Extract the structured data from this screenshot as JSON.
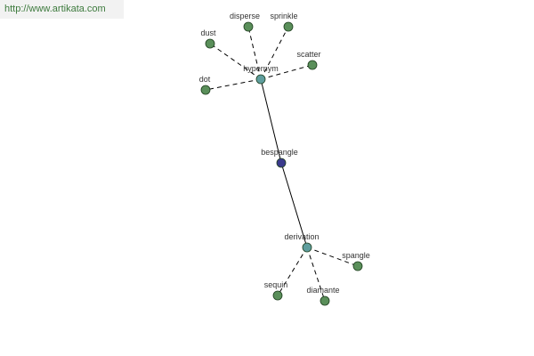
{
  "watermark": "http://www.artikata.com",
  "colors": {
    "node_fill": "#5a8f5a",
    "hub_fill": "#5f9e9e",
    "center_fill": "#3a3a8c",
    "node_stroke": "#1f3f1f",
    "edge": "#000000",
    "label": "#333333"
  },
  "nodes": [
    {
      "id": "hypernym",
      "label": "hypernym",
      "kind": "hub"
    },
    {
      "id": "bespangle",
      "label": "bespangle",
      "kind": "center"
    },
    {
      "id": "derivation",
      "label": "derivation",
      "kind": "hub"
    },
    {
      "id": "dust",
      "label": "dust",
      "kind": "leaf"
    },
    {
      "id": "disperse",
      "label": "disperse",
      "kind": "leaf"
    },
    {
      "id": "sprinkle",
      "label": "sprinkle",
      "kind": "leaf"
    },
    {
      "id": "scatter",
      "label": "scatter",
      "kind": "leaf"
    },
    {
      "id": "dot",
      "label": "dot",
      "kind": "leaf"
    },
    {
      "id": "spangle",
      "label": "spangle",
      "kind": "leaf"
    },
    {
      "id": "sequin",
      "label": "sequin",
      "kind": "leaf"
    },
    {
      "id": "diamante",
      "label": "diamante",
      "kind": "leaf"
    }
  ],
  "edges": [
    {
      "from": "hypernym",
      "to": "bespangle",
      "style": "solid"
    },
    {
      "from": "bespangle",
      "to": "derivation",
      "style": "solid"
    },
    {
      "from": "hypernym",
      "to": "dust",
      "style": "dashed"
    },
    {
      "from": "hypernym",
      "to": "disperse",
      "style": "dashed"
    },
    {
      "from": "hypernym",
      "to": "sprinkle",
      "style": "dashed"
    },
    {
      "from": "hypernym",
      "to": "scatter",
      "style": "dashed"
    },
    {
      "from": "hypernym",
      "to": "dot",
      "style": "dashed"
    },
    {
      "from": "derivation",
      "to": "spangle",
      "style": "dashed"
    },
    {
      "from": "derivation",
      "to": "sequin",
      "style": "dashed"
    },
    {
      "from": "derivation",
      "to": "diamante",
      "style": "dashed"
    }
  ]
}
